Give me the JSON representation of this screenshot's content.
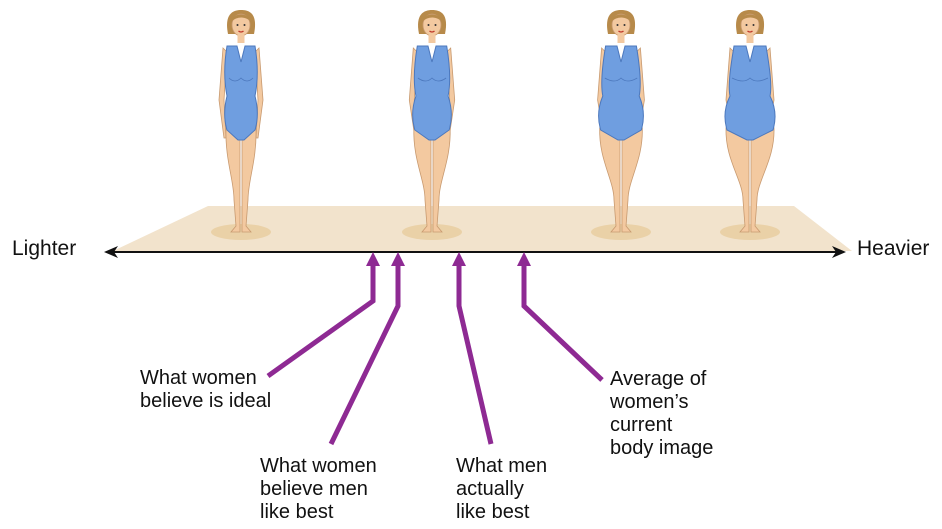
{
  "colors": {
    "arrow": "#8e2a93",
    "platform": "#f2e3cc",
    "shadow": "#ead1a7",
    "swimsuit": "#6f9ee0",
    "swimsuit_edge": "#4c78bd",
    "skin": "#f3c9a0",
    "skin_edge": "#c89a70",
    "hair": "#b78a4a",
    "axis": "#111111"
  },
  "axis": {
    "left_label": "Lighter",
    "right_label": "Heavier"
  },
  "figures": [
    {
      "name": "figure-1-thinnest",
      "build_level": 0.0
    },
    {
      "name": "figure-2",
      "build_level": 0.35
    },
    {
      "name": "figure-3",
      "build_level": 0.7
    },
    {
      "name": "figure-4-heaviest",
      "build_level": 1.0
    }
  ],
  "callouts": [
    {
      "name": "what-women-believe-is-ideal",
      "text": "What women\nbelieve is ideal"
    },
    {
      "name": "what-women-believe-men-like-best",
      "text": "What women\nbelieve men\nlike best"
    },
    {
      "name": "what-men-actually-like-best",
      "text": "What men\nactually\nlike best"
    },
    {
      "name": "average-of-womens-current-body-image",
      "text": "Average of\nwomen’s\ncurrent\nbody image"
    }
  ]
}
